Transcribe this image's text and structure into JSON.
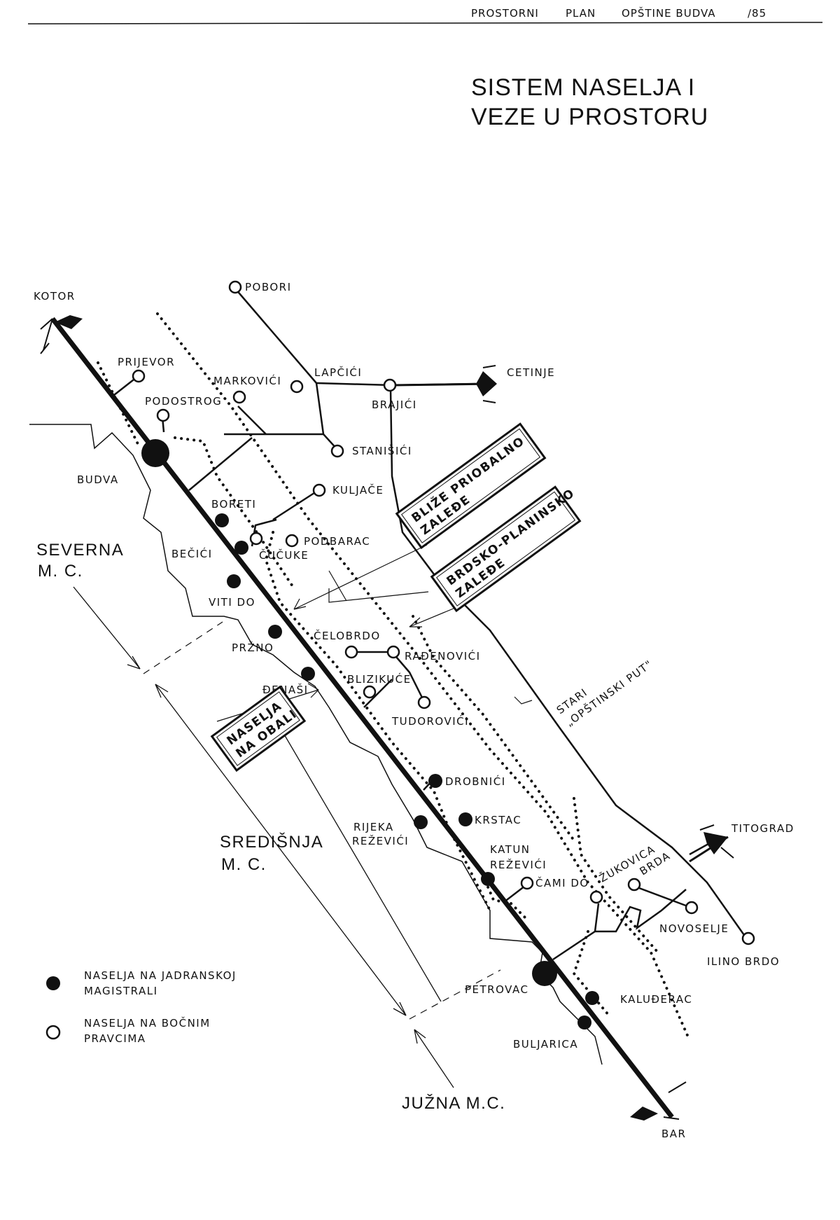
{
  "header": {
    "left": "PROSTORNI",
    "middle": "PLAN",
    "right": "OPŠTINE   BUDVA",
    "page": "/85"
  },
  "title": {
    "line1": "SISTEM  NASELJA  I",
    "line2": "VEZE  U  PROSTORU"
  },
  "directions": {
    "kotor": "KOTOR",
    "cetinje": "CETINJE",
    "titograd": "TITOGRAD",
    "bar": "BAR"
  },
  "settlements_on_highway": [
    "BUDVA",
    "BORETI",
    "BEČIĆI",
    "VITI DO",
    "PRŽNO",
    "ĐENAŠI",
    "DROBNIĆI",
    "KRSTAC",
    "RIJEKA",
    "REŽEVIĆI",
    "KATUN",
    "REŽEVIĆI",
    "PETROVAC",
    "KALUĐERAC",
    "BULJARICA"
  ],
  "settlements_on_side_routes": [
    "POBORI",
    "PRIJEVOR",
    "PODOSTROG",
    "MARKOVIĆI",
    "LAPČIĆI",
    "BRAJIĆI",
    "STANIŠIĆI",
    "KULJAČE",
    "PODBARAC",
    "ČUČUKE",
    "ČELOBRDO",
    "RAĐENOVIĆI",
    "BLIZIKUĆE",
    "TUDOROVIĆI",
    "ČAMI DO",
    "ŽUKOVICA",
    "BRDA",
    "NOVOSELJE",
    "ILINO BRDO"
  ],
  "zones": {
    "severna_1": "SEVERNA",
    "severna_2": "M. C.",
    "sredisnja_1": "SREDIŠNJA",
    "sredisnja_2": "M. C.",
    "juzna": "JUŽNA  M.C."
  },
  "boxes": {
    "blize_1": "BLIŽE  PRIOBALNO",
    "blize_2": "ZALEĐE",
    "brdsko_1": "BRDSKO-PLANINSKO",
    "brdsko_2": "ZALEĐE",
    "naselja_1": "NASELJA",
    "naselja_2": "NA OBALI"
  },
  "road": {
    "line1": "STARI",
    "line2": "„OPŠTINSKI  PUT\""
  },
  "legend": {
    "filled_1": "NASELJA  NA  JADRANSKOJ",
    "filled_2": "MAGISTRALI",
    "hollow_1": "NASELJA  NA  BOČNIM",
    "hollow_2": "PRAVCIMA"
  },
  "colors": {
    "ink": "#111111",
    "paper": "#ffffff"
  }
}
